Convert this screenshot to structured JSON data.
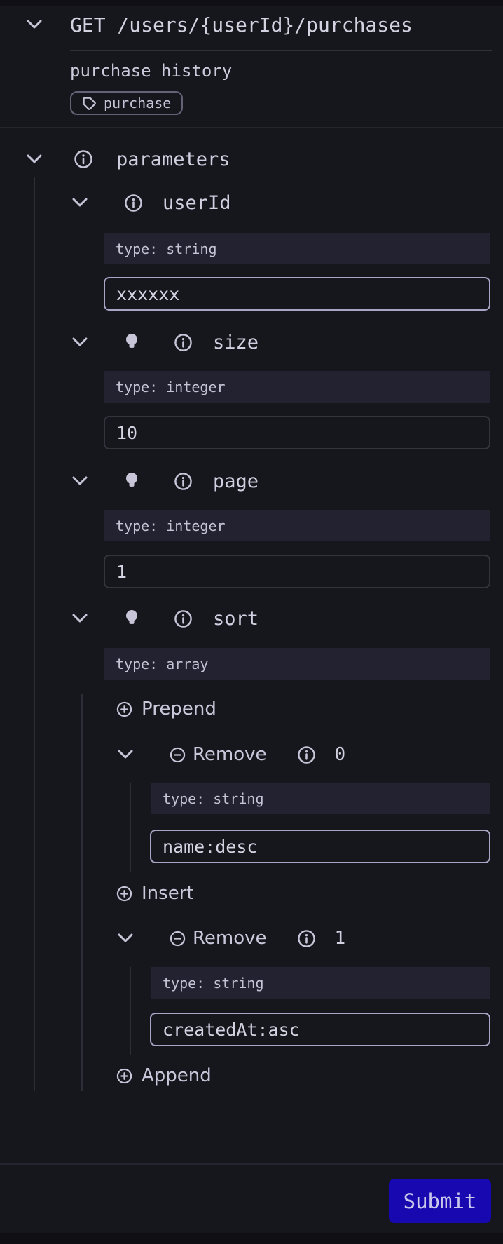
{
  "header": {
    "method_path": "GET /users/{userId}/purchases",
    "description": "purchase history",
    "tag_label": "purchase"
  },
  "parameters": {
    "section_label": "parameters",
    "items": [
      {
        "name": "userId",
        "type_label": "type: string",
        "value": "xxxxxx"
      },
      {
        "name": "size",
        "type_label": "type: integer",
        "value": "10"
      },
      {
        "name": "page",
        "type_label": "type: integer",
        "value": "1"
      },
      {
        "name": "sort",
        "type_label": "type: array"
      }
    ],
    "sort_array": {
      "prepend_label": "Prepend",
      "insert_label": "Insert",
      "append_label": "Append",
      "remove_label": "Remove",
      "items": [
        {
          "index": "0",
          "type_label": "type: string",
          "value": "name:desc"
        },
        {
          "index": "1",
          "type_label": "type: string",
          "value": "createdAt:asc"
        }
      ]
    }
  },
  "footer": {
    "submit_label": "Submit"
  },
  "colors": {
    "submit_bg": "#1708b0",
    "active_input_border": "#a9a5c6",
    "badge_bg": "#222230"
  }
}
